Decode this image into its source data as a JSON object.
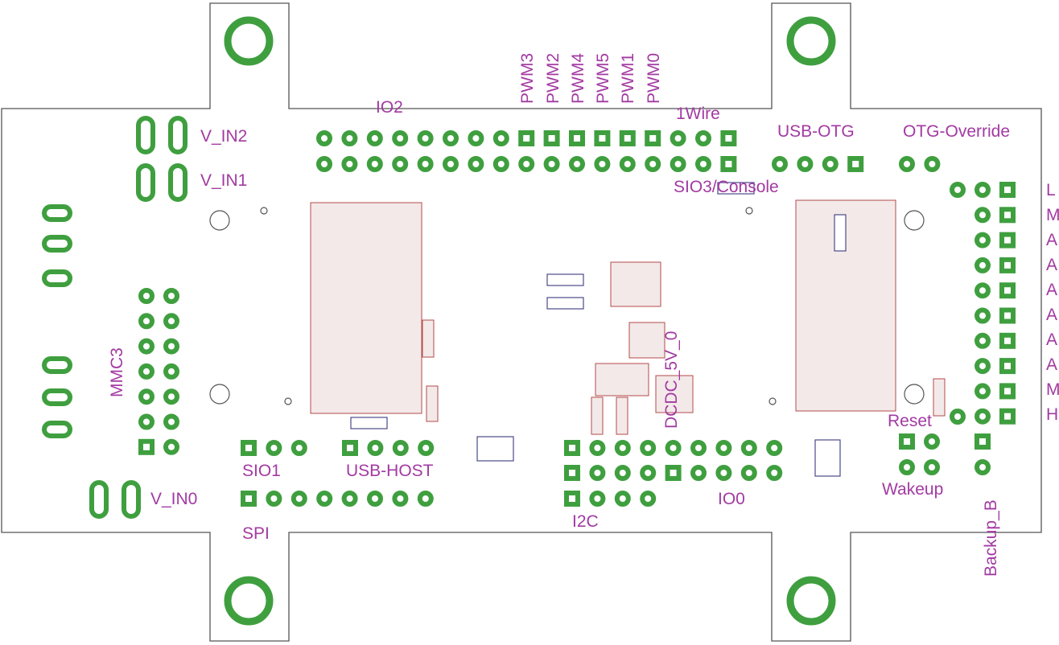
{
  "colors": {
    "label": "#a23aa2",
    "pad": "#3f9f3f",
    "outline": "#555555",
    "component": "#b54a4a",
    "smd_outline": "#4a4a8a",
    "background": "#ffffff"
  },
  "labels": {
    "io2": "IO2",
    "pwm3": "PWM3",
    "pwm2": "PWM2",
    "pwm4": "PWM4",
    "pwm5": "PWM5",
    "pwm1": "PWM1",
    "pwm0": "PWM0",
    "onewire": "1Wire",
    "usb_otg": "USB-OTG",
    "otg_override": "OTG-Override",
    "v_in2": "V_IN2",
    "v_in1": "V_IN1",
    "v_in0": "V_IN0",
    "sio3_console": "SIO3/Console",
    "mmc3": "MMC3",
    "sio1": "SIO1",
    "usb_host": "USB-HOST",
    "spi": "SPI",
    "i2c": "I2C",
    "io0": "IO0",
    "dcdc": "DCDC_5V_0",
    "reset": "Reset",
    "wakeup": "Wakeup",
    "backup_b": "Backup_B",
    "right_edge": [
      "L",
      "M",
      "A",
      "A",
      "A",
      "A",
      "A",
      "A",
      "M",
      "H"
    ]
  }
}
